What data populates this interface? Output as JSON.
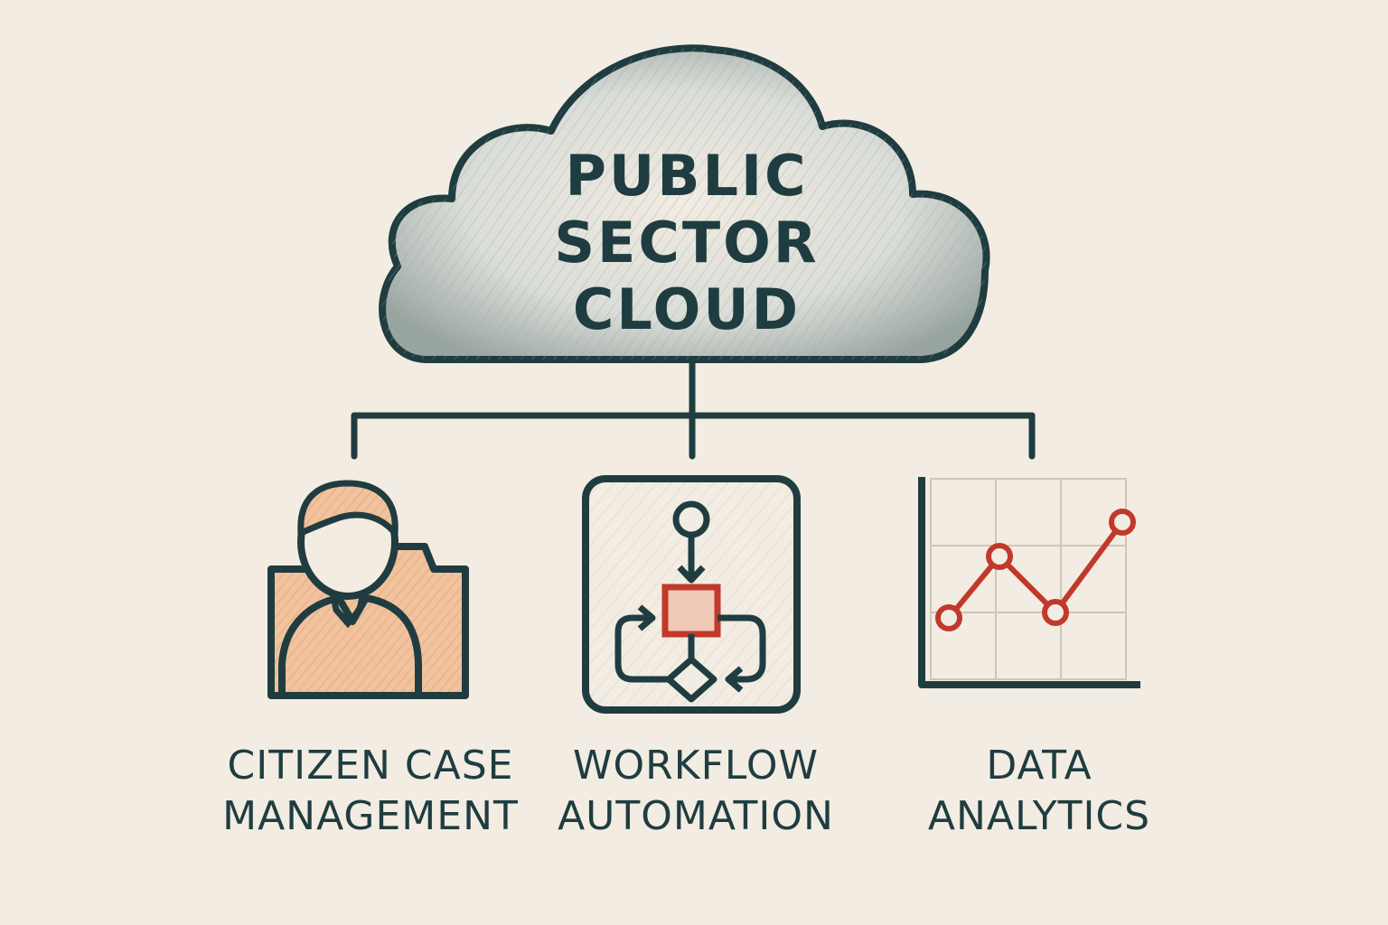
{
  "diagram": {
    "root": {
      "lines": [
        "PUBLIC",
        "SECTOR",
        "CLOUD"
      ],
      "icon": "cloud-icon"
    },
    "children": [
      {
        "id": "citizen-case-management",
        "lines": [
          "CITIZEN CASE",
          "MANAGEMENT"
        ],
        "icon": "person-folder-icon"
      },
      {
        "id": "workflow-automation",
        "lines": [
          "WORKFLOW",
          "AUTOMATION"
        ],
        "icon": "flowchart-icon"
      },
      {
        "id": "data-analytics",
        "lines": [
          "DATA",
          "ANALYTICS"
        ],
        "icon": "line-chart-icon"
      }
    ]
  },
  "colors": {
    "background": "#f3ece2",
    "ink": "#1f3d40",
    "cloud_shade": "#b9c2bf",
    "accent_red": "#c0392b",
    "accent_orange": "#e8a877"
  }
}
